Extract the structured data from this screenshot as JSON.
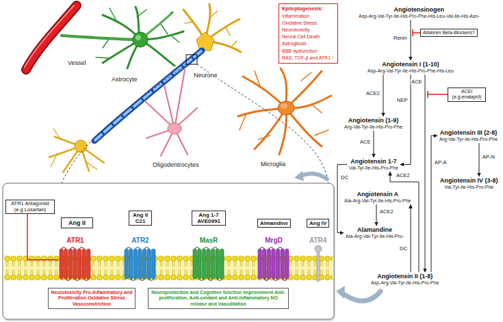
{
  "diagram": {
    "nodes": [
      {
        "text": [
          "Epileptogenesis:",
          "Inflammation",
          "Oxidative Stress",
          "Neurotoxicity",
          "Neural Cell Death",
          "Astrogliosis",
          "BBB dysfunction",
          "RAS, TGF-β and ATR1 ↑"
        ]
      },
      {
        "text": [
          "Angiotensinogen",
          "Asp-Arg-Val-Tyr-Ile-His-Pro-Phe-His-Leu-Val-Ile-His-Asn-"
        ]
      },
      {
        "text": [
          "Aliskiren Beta-Blockers?"
        ]
      },
      {
        "text": [
          "Angiotensin I (1-10)",
          "Asp-Arg-Val-Tyr-Ile-His-Pro-Phe-His-Leu"
        ]
      },
      {
        "text": [
          "ACEi (e.g.enalapril)"
        ]
      },
      {
        "text": [
          "Angiotensin (1-9)",
          "Arg-Val-Tyr-Ile-His-Pro-Phe"
        ]
      },
      {
        "text": [
          "Angiotensin III (2-8)",
          "Arg-Val-Tyr-Ile-His-Pro-Phe"
        ]
      },
      {
        "text": [
          "Angiotensin 1-7",
          "Val-Tyr-Ile-His-Pro-Phe"
        ]
      },
      {
        "text": [
          "Angiotensin A",
          "Ala-Arg-Val-Tyr-Ile-His-Pro-Phe"
        ]
      },
      {
        "text": [
          "Angiotensin IV (3-8)",
          "Val-Tyr-Ile-His-Pro-Phe"
        ]
      },
      {
        "text": [
          "Alamandine",
          "Ala-Arg-Val-Tyr-Ile-His-Pro-"
        ]
      },
      {
        "text": [
          "Angiotensin II (1-8)",
          "Asp-Arg-Val-Tyr-Ile-His-Pro-Phe"
        ]
      },
      {
        "text": [
          "ATR1 Antagonist (e.g Losartan)"
        ]
      },
      {
        "text": [
          "Ang II"
        ]
      },
      {
        "text": [
          "Ang II C21"
        ]
      },
      {
        "text": [
          "Ang 1-7 AVE0991"
        ]
      },
      {
        "text": [
          "Almandine"
        ]
      },
      {
        "text": [
          "Ang IV"
        ]
      },
      {
        "text": [
          "ATR1"
        ]
      },
      {
        "text": [
          "ATR2"
        ]
      },
      {
        "text": [
          "MasR"
        ]
      },
      {
        "text": [
          "MrgD"
        ]
      },
      {
        "text": [
          "ATR4"
        ]
      },
      {
        "text": [
          "Neurotoxicity Pro-Inflammatory and Proliferation Oxidative Stress Vasoconstriction"
        ]
      },
      {
        "text": [
          "Neuroprotection and Cognitive function Improvement Anti-proliferation, Anti-oxidant and Anti-Inflammatory NO release and Vasodilation"
        ]
      }
    ],
    "edges": [
      {
        "from": 1,
        "to": 3,
        "arrow": "to",
        "label": "Renin"
      },
      {
        "from": 3,
        "to": 5,
        "arrow": "to",
        "label": "ACE2"
      },
      {
        "from": 3,
        "to": 7,
        "arrow": "to",
        "label": "NEP"
      },
      {
        "from": 3,
        "to": 11,
        "arrow": "to",
        "label": "ACE"
      },
      {
        "from": 5,
        "to": 7,
        "arrow": "to",
        "label": "ACE"
      },
      {
        "from": 11,
        "to": 7,
        "arrow": "to",
        "label": "ACE2"
      },
      {
        "from": 11,
        "to": 6,
        "arrow": "to",
        "label": "AP-A"
      },
      {
        "from": 6,
        "to": 9,
        "arrow": "to",
        "label": "AP-N"
      },
      {
        "from": 7,
        "to": 10,
        "arrow": "to",
        "label": "DC"
      },
      {
        "from": 11,
        "to": 8,
        "arrow": "to",
        "label": "DC"
      },
      {
        "from": 8,
        "to": 10,
        "arrow": "to",
        "label": "ACE2"
      },
      {
        "from": 12,
        "to": 18,
        "arrow": "none"
      }
    ],
    "labels": [
      "Vessel",
      "Astrocyte",
      "Neurone",
      "Oligodentrocytes",
      "Microglia"
    ]
  }
}
